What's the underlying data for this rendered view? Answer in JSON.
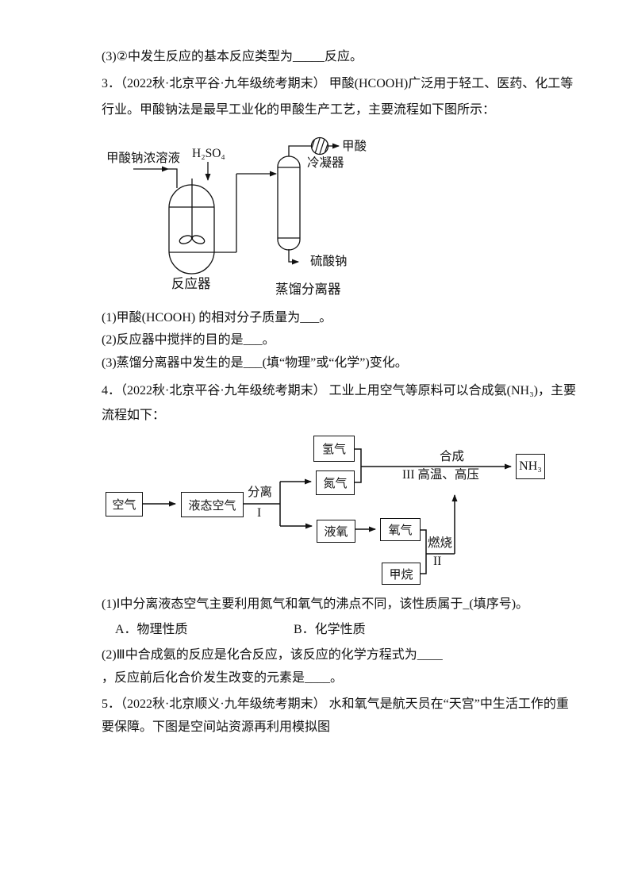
{
  "style": {
    "ink": "#111111",
    "paper": "#ffffff"
  },
  "doc": {
    "q2_last_line": "(3)②中发生反应的基本反应类型为_____反应。",
    "q3": {
      "stem_line1": "3．（2022秋·北京平谷·九年级统考期末） 甲酸(HCOOH)广泛用于轻工、医药、化工等",
      "stem_line2": "行业。甲酸钠法是最早工业化的甲酸生产工艺，主要流程如下图所示：",
      "sub1": "(1)甲酸(HCOOH) 的相对分子质量为___。",
      "sub2": "(2)反应器中搅拌的目的是___。",
      "sub3": "(3)蒸馏分离器中发生的是___(填“物理”或“化学”)变化。",
      "diagram": {
        "feed_label": "甲酸钠浓溶液",
        "acid_label": "H₂SO₄",
        "product_label": "甲酸",
        "condenser_label": "冷凝器",
        "byproduct_label": "硫酸钠",
        "reactor_label": "反应器",
        "column_label": "蒸馏分离器"
      }
    },
    "q4": {
      "stem_line1": "4．（2022秋·北京平谷·九年级统考期末） 工业上用空气等原料可以合成氨(NH₃)，主要",
      "stem_line2": "流程如下：",
      "sub1": "(1)Ⅰ中分离液态空气主要利用氮气和氧气的沸点不同，该性质属于_(填序号)。",
      "optionA": "A．物理性质",
      "optionB": "B．化学性质",
      "sub2_line1": "(2)Ⅲ中合成氨的反应是化合反应，该反应的化学方程式为____",
      "sub2_line2": "，反应前后化合价发生改变的元素是____。",
      "flowchart": {
        "air": "空气",
        "liquid_air": "液态空气",
        "separate": "分离",
        "step1": "I",
        "hydrogen": "氢气",
        "nitrogen": "氮气",
        "liquid_oxygen": "液氧",
        "oxygen": "氧气",
        "methane": "甲烷",
        "synthesis": "合成",
        "step3_conditions": "III 高温、高压",
        "burn": "燃烧",
        "step2": "II",
        "ammonia": "NH₃"
      }
    },
    "q5": {
      "stem_line1": "5．（2022秋·北京顺义·九年级统考期末） 水和氧气是航天员在“天宫”中生活工作的重",
      "stem_line2": "要保障。下图是空间站资源再利用模拟图"
    }
  }
}
